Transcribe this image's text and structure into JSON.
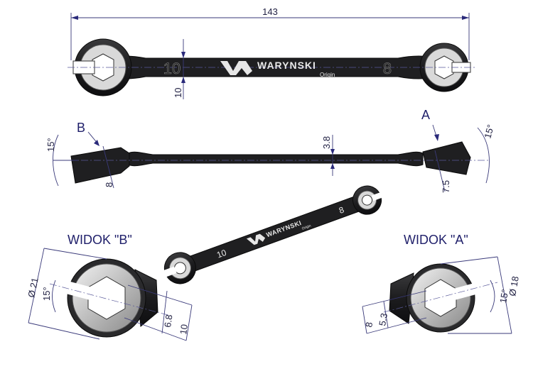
{
  "top_view": {
    "length": "143",
    "size_left": "10",
    "size_right": "8",
    "thickness": "10",
    "brand": "WARYNSKI",
    "brand_sub": "Origin"
  },
  "side_view": {
    "label_b": "B",
    "label_a": "A",
    "angle_left": "15°",
    "angle_right": "15°",
    "shaft_thickness": "3.8",
    "head_left": "8",
    "head_right": "7.5"
  },
  "perspective": {
    "size_left": "10",
    "size_right": "8",
    "brand": "WARYNSKI",
    "brand_sub": "Origin"
  },
  "view_b": {
    "title": "WIDOK \"B\"",
    "diameter": "Ø 21",
    "angle": "15°",
    "opening": "6.8",
    "width": "10"
  },
  "view_a": {
    "title": "WIDOK \"A\"",
    "diameter": "Ø 18",
    "angle": "15°",
    "opening": "5.3",
    "width": "8"
  }
}
